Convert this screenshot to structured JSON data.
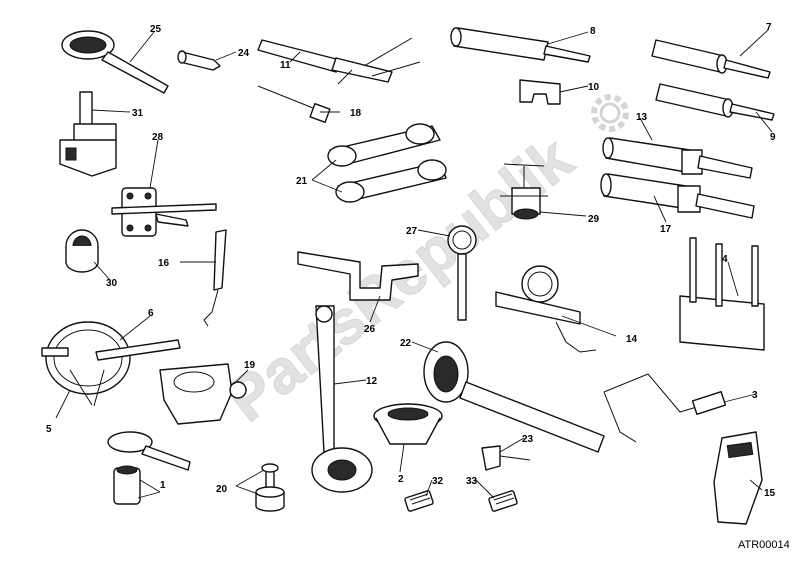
{
  "diagram": {
    "code": "ATR00014",
    "watermark": "PartsRepublik",
    "callouts": [
      "1",
      "2",
      "3",
      "4",
      "5",
      "6",
      "7",
      "8",
      "9",
      "10",
      "11",
      "12",
      "13",
      "14",
      "15",
      "16",
      "17",
      "18",
      "19",
      "20",
      "21",
      "22",
      "23",
      "24",
      "25",
      "26",
      "27",
      "28",
      "29",
      "30",
      "31",
      "32",
      "33"
    ]
  }
}
